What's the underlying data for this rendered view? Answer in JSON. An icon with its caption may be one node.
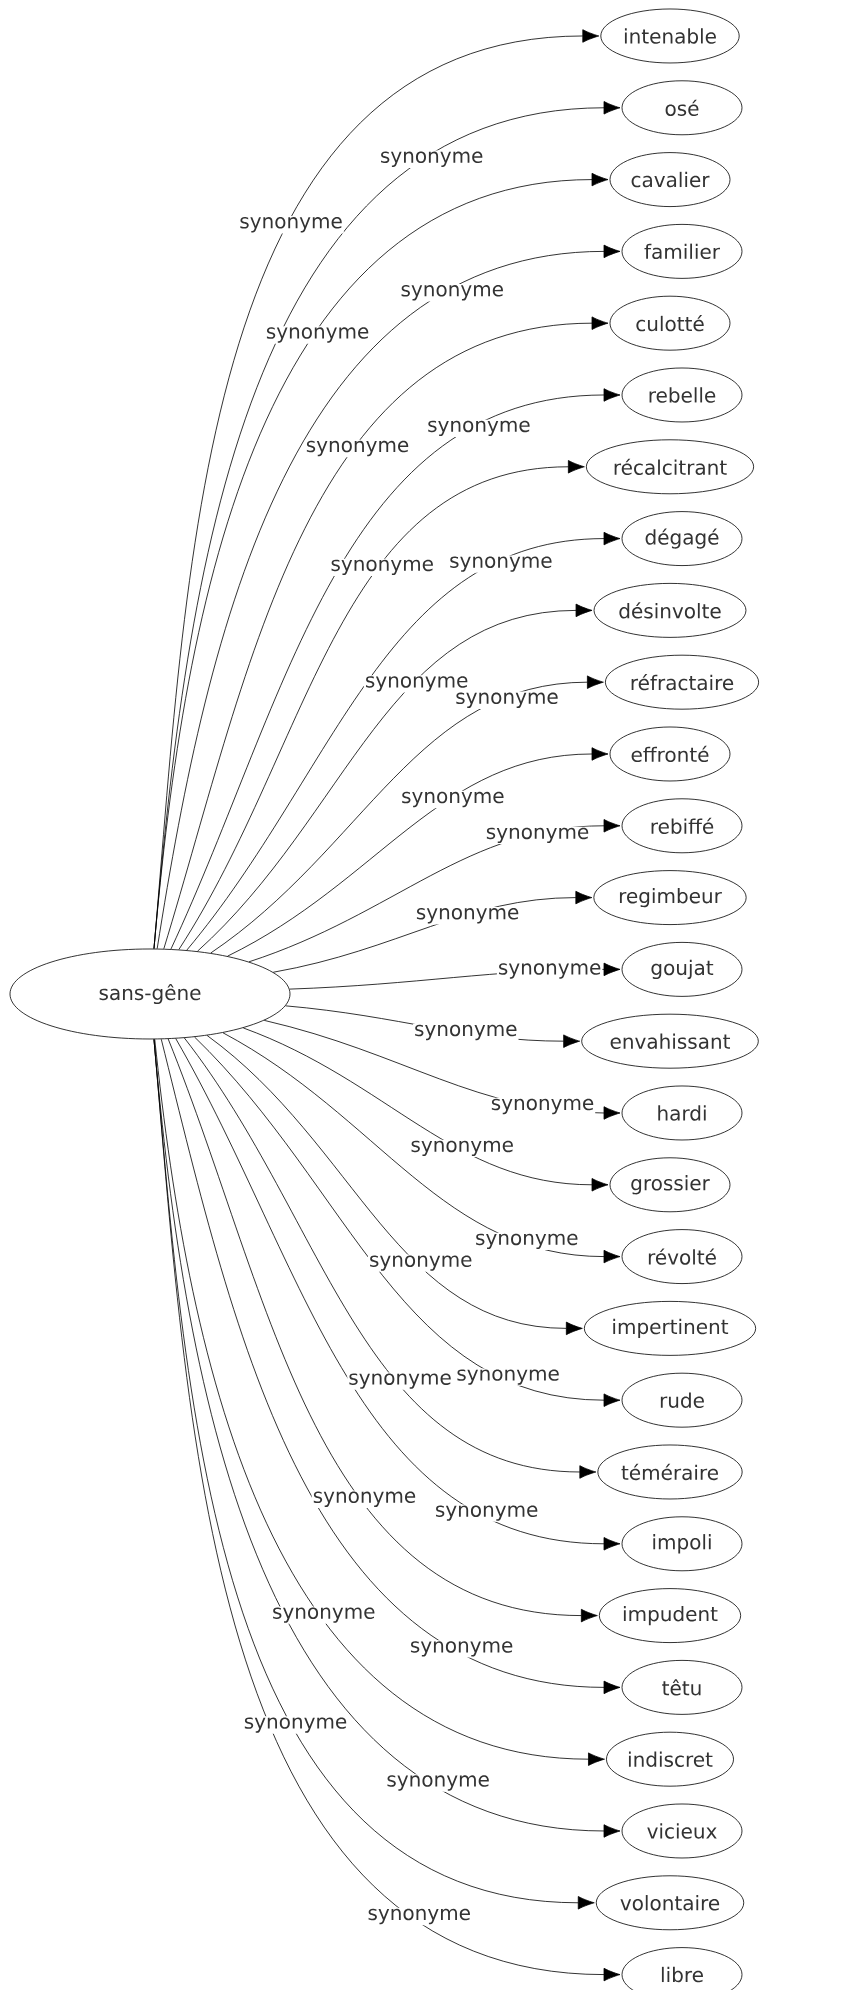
{
  "diagram": {
    "nodes": [
      {
        "text": [
          "sans-gêne"
        ]
      },
      {
        "text": [
          "intenable"
        ]
      },
      {
        "text": [
          "osé"
        ]
      },
      {
        "text": [
          "cavalier"
        ]
      },
      {
        "text": [
          "familier"
        ]
      },
      {
        "text": [
          "culotté"
        ]
      },
      {
        "text": [
          "rebelle"
        ]
      },
      {
        "text": [
          "récalcitrant"
        ]
      },
      {
        "text": [
          "dégagé"
        ]
      },
      {
        "text": [
          "désinvolte"
        ]
      },
      {
        "text": [
          "réfractaire"
        ]
      },
      {
        "text": [
          "effronté"
        ]
      },
      {
        "text": [
          "rebiffé"
        ]
      },
      {
        "text": [
          "regimbeur"
        ]
      },
      {
        "text": [
          "goujat"
        ]
      },
      {
        "text": [
          "envahissant"
        ]
      },
      {
        "text": [
          "hardi"
        ]
      },
      {
        "text": [
          "grossier"
        ]
      },
      {
        "text": [
          "révolté"
        ]
      },
      {
        "text": [
          "impertinent"
        ]
      },
      {
        "text": [
          "rude"
        ]
      },
      {
        "text": [
          "téméraire"
        ]
      },
      {
        "text": [
          "impoli"
        ]
      },
      {
        "text": [
          "impudent"
        ]
      },
      {
        "text": [
          "têtu"
        ]
      },
      {
        "text": [
          "indiscret"
        ]
      },
      {
        "text": [
          "vicieux"
        ]
      },
      {
        "text": [
          "volontaire"
        ]
      },
      {
        "text": [
          "libre"
        ]
      }
    ],
    "edges": [
      {
        "from": 0,
        "to": 1,
        "arrow": "to",
        "label": "synonyme"
      },
      {
        "from": 0,
        "to": 2,
        "arrow": "to",
        "label": "synonyme"
      },
      {
        "from": 0,
        "to": 3,
        "arrow": "to",
        "label": "synonyme"
      },
      {
        "from": 0,
        "to": 4,
        "arrow": "to",
        "label": "synonyme"
      },
      {
        "from": 0,
        "to": 5,
        "arrow": "to",
        "label": "synonyme"
      },
      {
        "from": 0,
        "to": 6,
        "arrow": "to",
        "label": "synonyme"
      },
      {
        "from": 0,
        "to": 7,
        "arrow": "to",
        "label": "synonyme"
      },
      {
        "from": 0,
        "to": 8,
        "arrow": "to",
        "label": "synonyme"
      },
      {
        "from": 0,
        "to": 9,
        "arrow": "to",
        "label": "synonyme"
      },
      {
        "from": 0,
        "to": 10,
        "arrow": "to",
        "label": "synonyme"
      },
      {
        "from": 0,
        "to": 11,
        "arrow": "to",
        "label": "synonyme"
      },
      {
        "from": 0,
        "to": 12,
        "arrow": "to",
        "label": "synonyme"
      },
      {
        "from": 0,
        "to": 13,
        "arrow": "to",
        "label": "synonyme"
      },
      {
        "from": 0,
        "to": 14,
        "arrow": "to",
        "label": "synonyme"
      },
      {
        "from": 0,
        "to": 15,
        "arrow": "to",
        "label": "synonyme"
      },
      {
        "from": 0,
        "to": 16,
        "arrow": "to",
        "label": "synonyme"
      },
      {
        "from": 0,
        "to": 17,
        "arrow": "to",
        "label": "synonyme"
      },
      {
        "from": 0,
        "to": 18,
        "arrow": "to",
        "label": "synonyme"
      },
      {
        "from": 0,
        "to": 19,
        "arrow": "to",
        "label": "synonyme"
      },
      {
        "from": 0,
        "to": 20,
        "arrow": "to",
        "label": "synonyme"
      },
      {
        "from": 0,
        "to": 21,
        "arrow": "to",
        "label": "synonyme"
      },
      {
        "from": 0,
        "to": 22,
        "arrow": "to",
        "label": "synonyme"
      },
      {
        "from": 0,
        "to": 23,
        "arrow": "to",
        "label": "synonyme"
      },
      {
        "from": 0,
        "to": 24,
        "arrow": "to",
        "label": "synonyme"
      },
      {
        "from": 0,
        "to": 25,
        "arrow": "to",
        "label": "synonyme"
      },
      {
        "from": 0,
        "to": 26,
        "arrow": "to",
        "label": "synonyme"
      },
      {
        "from": 0,
        "to": 27,
        "arrow": "to",
        "label": "synonyme"
      },
      {
        "from": 0,
        "to": 28,
        "arrow": "to",
        "label": "synonyme"
      }
    ]
  }
}
